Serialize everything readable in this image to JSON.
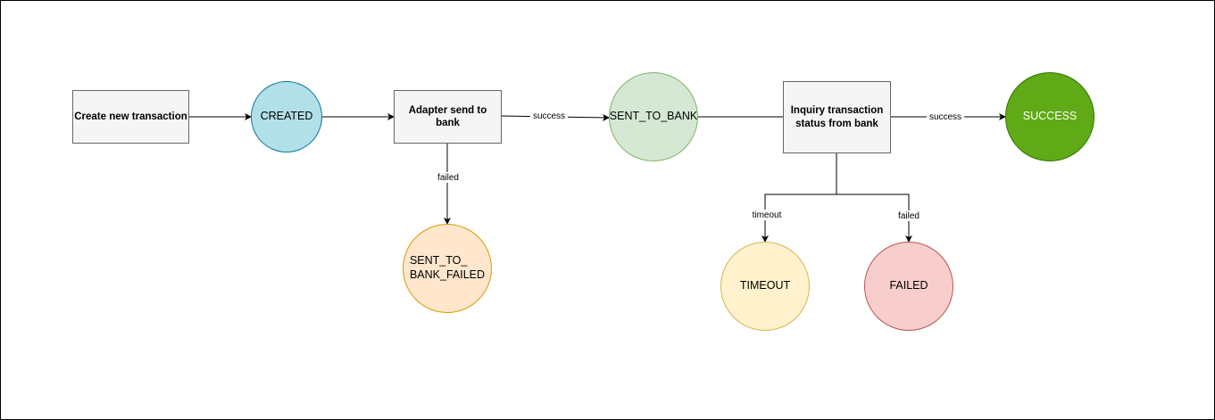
{
  "nodes": {
    "create_transaction": "Create new transaction",
    "created": "CREATED",
    "adapter_send": "Adapter send to bank",
    "sent_to_bank": "SENT_TO_BANK",
    "sent_to_bank_failed": "SENT_TO_\nBANK_FAILED",
    "inquiry_status": "Inquiry transaction status from bank",
    "success": "SUCCESS",
    "timeout": "TIMEOUT",
    "failed": "FAILED"
  },
  "edges": {
    "adapter_success": "success",
    "adapter_failed": "failed",
    "inquiry_success": "success",
    "inquiry_timeout": "timeout",
    "inquiry_failed": "failed"
  },
  "colors": {
    "created": {
      "fill": "#b1e0e8",
      "stroke": "#10739e"
    },
    "sent_to_bank": {
      "fill": "#d5e8d4",
      "stroke": "#82b366"
    },
    "sent_to_bank_failed": {
      "fill": "#ffe6cc",
      "stroke": "#d79b00"
    },
    "success": {
      "fill": "#60a917",
      "stroke": "#2d7600",
      "text": "#ffffff"
    },
    "timeout": {
      "fill": "#fff2cc",
      "stroke": "#d6b656"
    },
    "failed": {
      "fill": "#f8cecc",
      "stroke": "#b85450"
    },
    "process_box": {
      "fill": "#f5f5f5",
      "stroke": "#666666"
    }
  }
}
